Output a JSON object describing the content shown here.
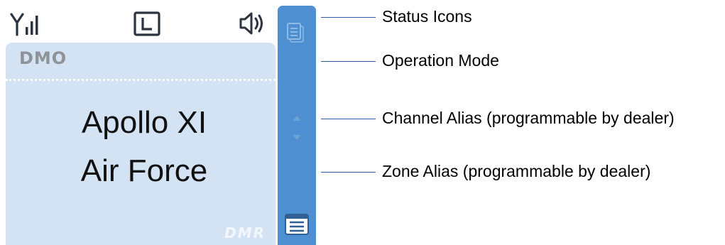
{
  "status_bar": {
    "icons": [
      "signal-strength-icon",
      "talkaround-icon",
      "speaker-icon"
    ]
  },
  "display": {
    "operation_mode": "DMO",
    "channel_alias": "Apollo XI",
    "zone_alias": "Air Force",
    "logo_text": "DMR",
    "background_color": "#d3e3f4",
    "sidebar_color": "#4d8fd1"
  },
  "callouts": [
    "Status Icons",
    "Operation Mode",
    "Channel Alias (programmable by dealer)",
    "Zone Alias (programmable by dealer)"
  ]
}
